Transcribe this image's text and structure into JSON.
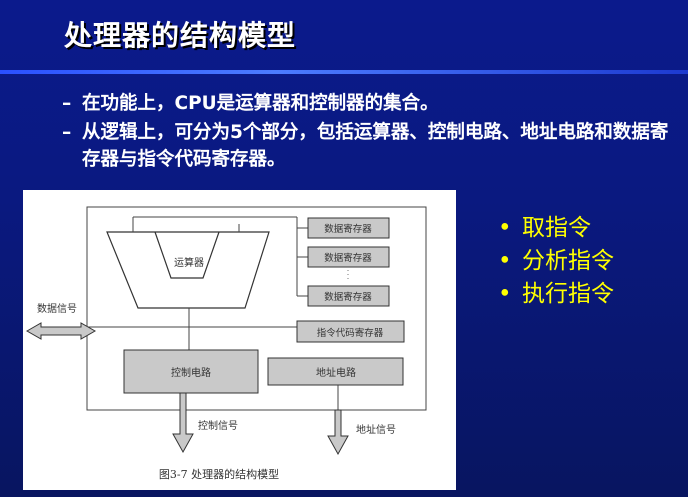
{
  "slide": {
    "title": "处理器的结构模型",
    "bullets": [
      "在功能上，CPU是运算器和控制器的集合。",
      "从逻辑上，可分为5个部分，包括运算器、控制电路、地址电路和数据寄存器与指令代码寄存器。"
    ],
    "bullet_marker": "–",
    "right_list": [
      "取指令",
      "分析指令",
      "执行指令"
    ],
    "right_list_marker": "•"
  },
  "figure": {
    "alu": "运算器",
    "data_registers": [
      "数据寄存器",
      "数据寄存器",
      "数据寄存器"
    ],
    "instruction_register": "指令代码寄存器",
    "control_circuit": "控制电路",
    "address_circuit": "地址电路",
    "data_signal": "数据信号",
    "control_signal": "控制信号",
    "address_signal": "地址信号",
    "caption": "图3-7   处理器的结构模型"
  },
  "colors": {
    "background": "#0a1980",
    "title_text": "#ffffff",
    "bullet_text": "#ffffff",
    "right_list_text": "#ffff00",
    "figure_block_fill": "#c9c9c9"
  }
}
